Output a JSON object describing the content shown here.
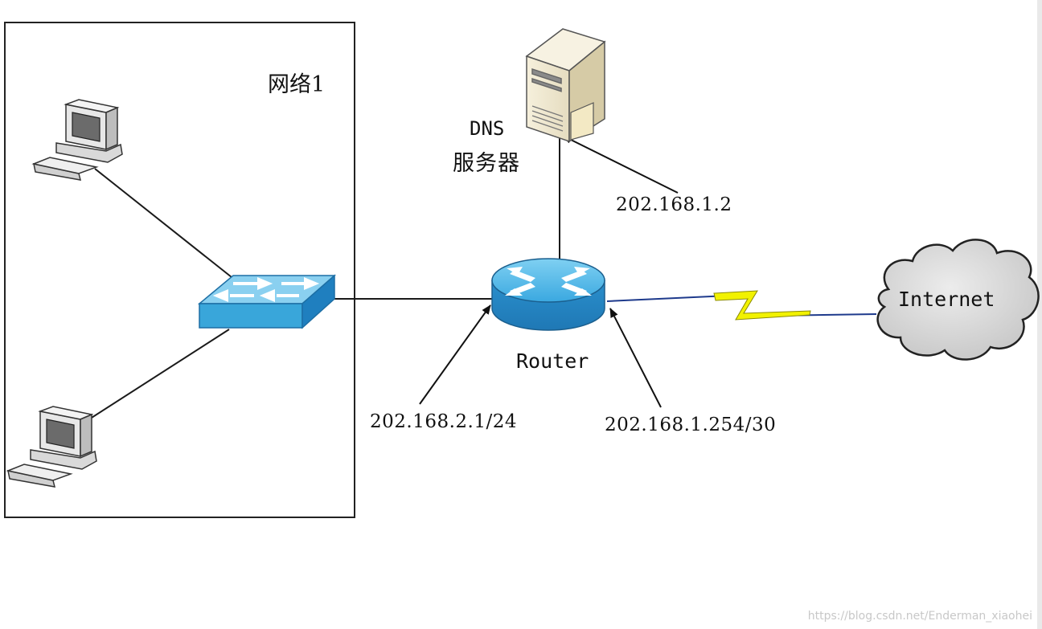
{
  "network_box": {
    "label": "网络1"
  },
  "dns_server": {
    "label_line1": "DNS",
    "label_line2": "服务器",
    "ip": "202.168.1.2"
  },
  "router": {
    "label": "Router",
    "lan_ip": "202.168.2.1/24",
    "wan_ip": "202.168.1.254/30"
  },
  "internet": {
    "label": "Internet"
  },
  "watermark": "https://blog.csdn.net/Enderman_xiaohei",
  "colors": {
    "switch_face": "#39a6da",
    "router_body": "#2b94d0",
    "router_top": "#5bbdea",
    "cloud_fill": "#d6d6d6",
    "lightning": "#f2f200",
    "line": "#1a1a1a"
  },
  "icons": [
    "computer-icon",
    "switch-icon",
    "router-icon",
    "server-icon",
    "cloud-icon",
    "lightning-icon"
  ]
}
